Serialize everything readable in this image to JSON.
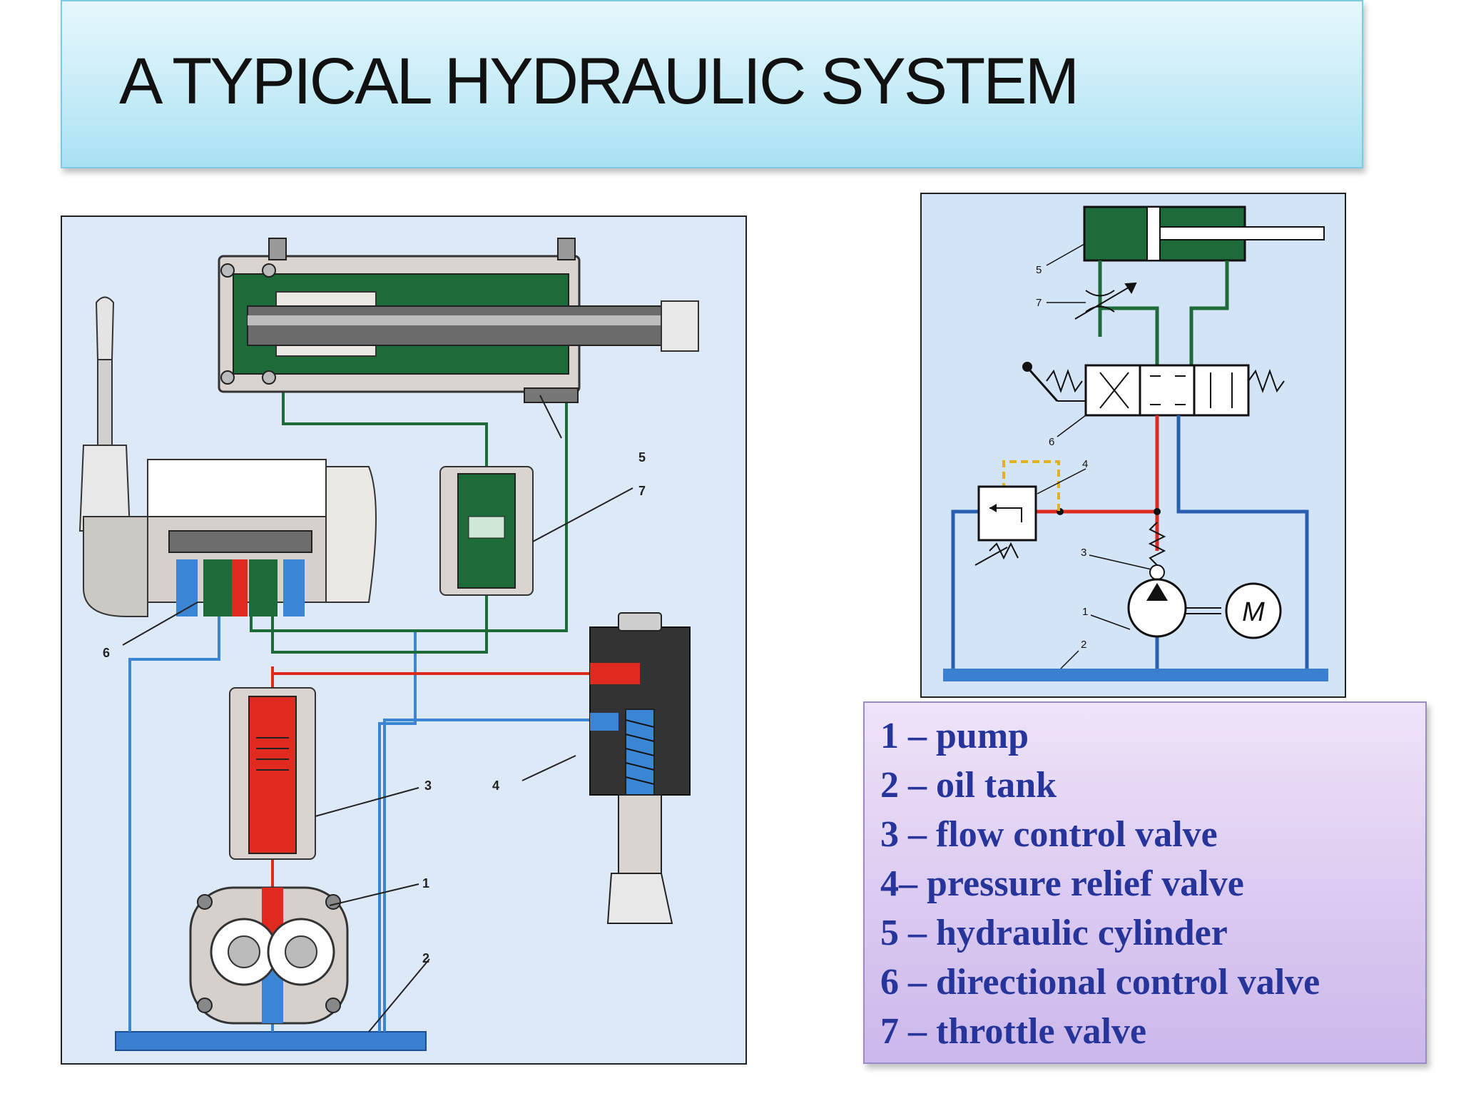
{
  "title": "A TYPICAL HYDRAULIC SYSTEM",
  "colors": {
    "pressure_line": "#e02a20",
    "return_line": "#3b86d4",
    "work_line": "#1e6b3a",
    "tank": "#3b7fd0",
    "pilot_line": "#e0b020"
  },
  "left_diagram": {
    "callouts": {
      "c1": "1",
      "c2": "2",
      "c3": "3",
      "c4": "4",
      "c5": "5",
      "c6": "6",
      "c7": "7"
    }
  },
  "right_diagram": {
    "callouts": {
      "c1": "1",
      "c2": "2",
      "c3": "3",
      "c4": "4",
      "c5": "5",
      "c6": "6",
      "c7": "7"
    },
    "motor_label": "M"
  },
  "legend": {
    "items": [
      "1 – pump",
      "2 – oil tank",
      "3 – flow control valve",
      "4– pressure relief valve",
      "5 – hydraulic cylinder",
      "6 – directional control valve",
      "7 – throttle valve"
    ]
  }
}
